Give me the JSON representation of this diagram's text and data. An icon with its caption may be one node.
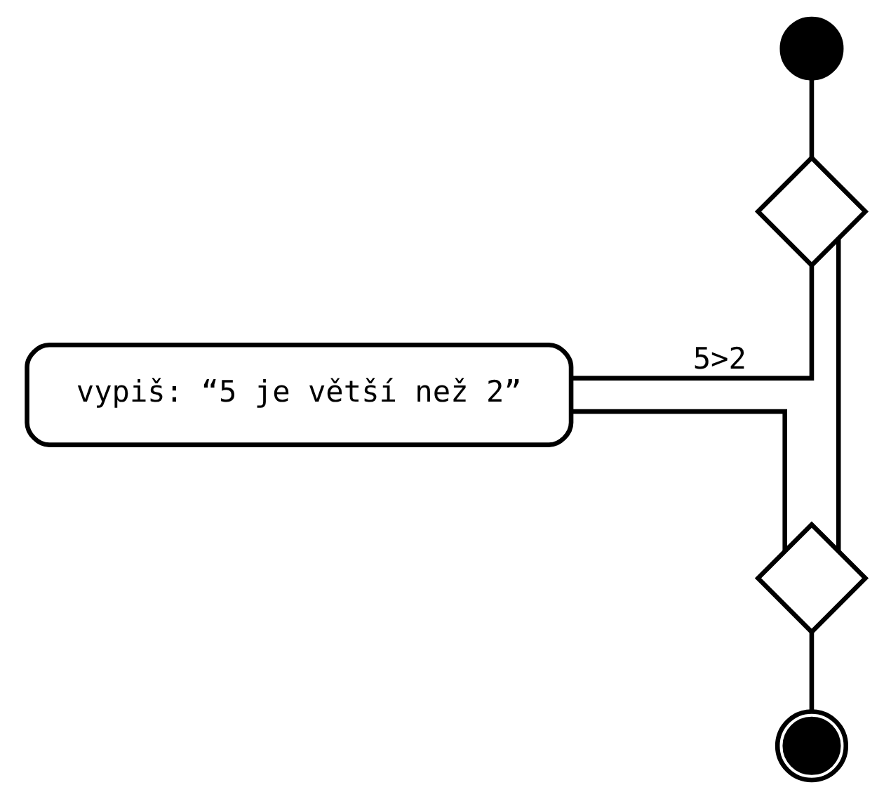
{
  "diagram": {
    "nodes": [
      {
        "text": [],
        "shape": "circle"
      },
      {
        "text": [],
        "shape": "diamond"
      },
      {
        "text": [
          "vypiš: “5 je větší než 2”"
        ]
      },
      {
        "text": [],
        "shape": "diamond"
      },
      {
        "text": [],
        "shape": "circle"
      }
    ],
    "edges": [
      {
        "from": 0,
        "to": 1,
        "arrow": "none"
      },
      {
        "from": 1,
        "to": 2,
        "arrow": "none",
        "label": "5>2"
      },
      {
        "from": 2,
        "to": 3,
        "arrow": "none"
      },
      {
        "from": 1,
        "to": 3,
        "arrow": "none"
      },
      {
        "from": 3,
        "to": 4,
        "arrow": "none"
      }
    ]
  }
}
